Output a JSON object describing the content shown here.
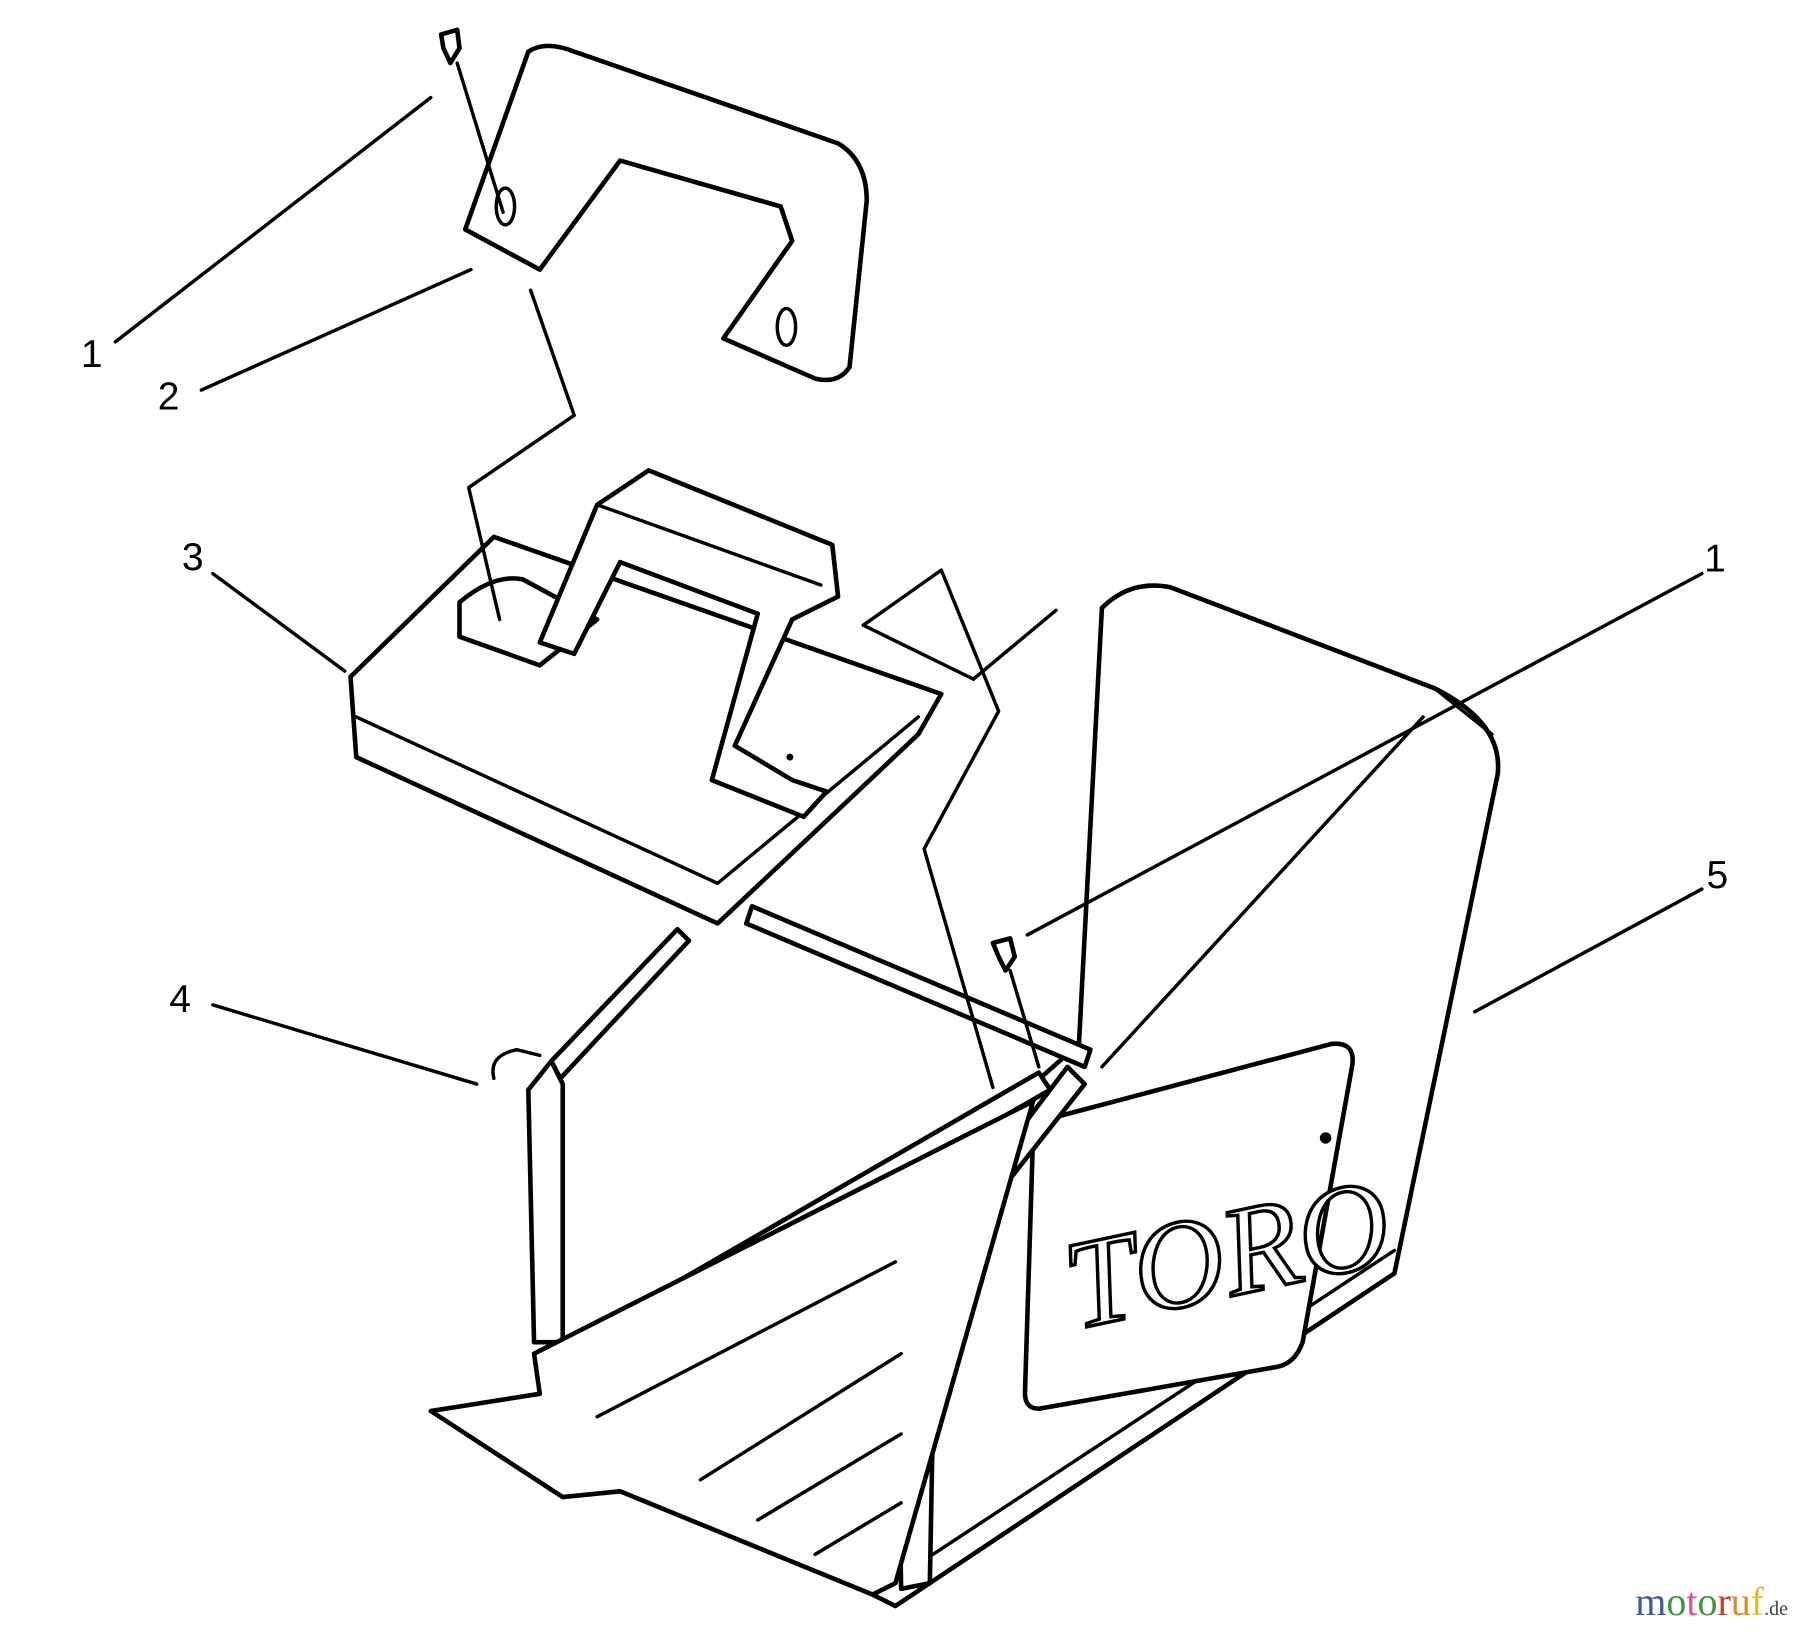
{
  "callouts": [
    {
      "id": "1a",
      "label": "1"
    },
    {
      "id": "2",
      "label": "2"
    },
    {
      "id": "3",
      "label": "3"
    },
    {
      "id": "1b",
      "label": "1"
    },
    {
      "id": "5",
      "label": "5"
    },
    {
      "id": "4",
      "label": "4"
    }
  ],
  "logo_text": "TORO",
  "watermark": {
    "name": "motoruf",
    "suffix": ".de",
    "colors": [
      "#3b5ba5",
      "#3b9a3b",
      "#e0509a",
      "#3b9a3b",
      "#d03b2b",
      "#e08a20",
      "#e0c020"
    ]
  }
}
